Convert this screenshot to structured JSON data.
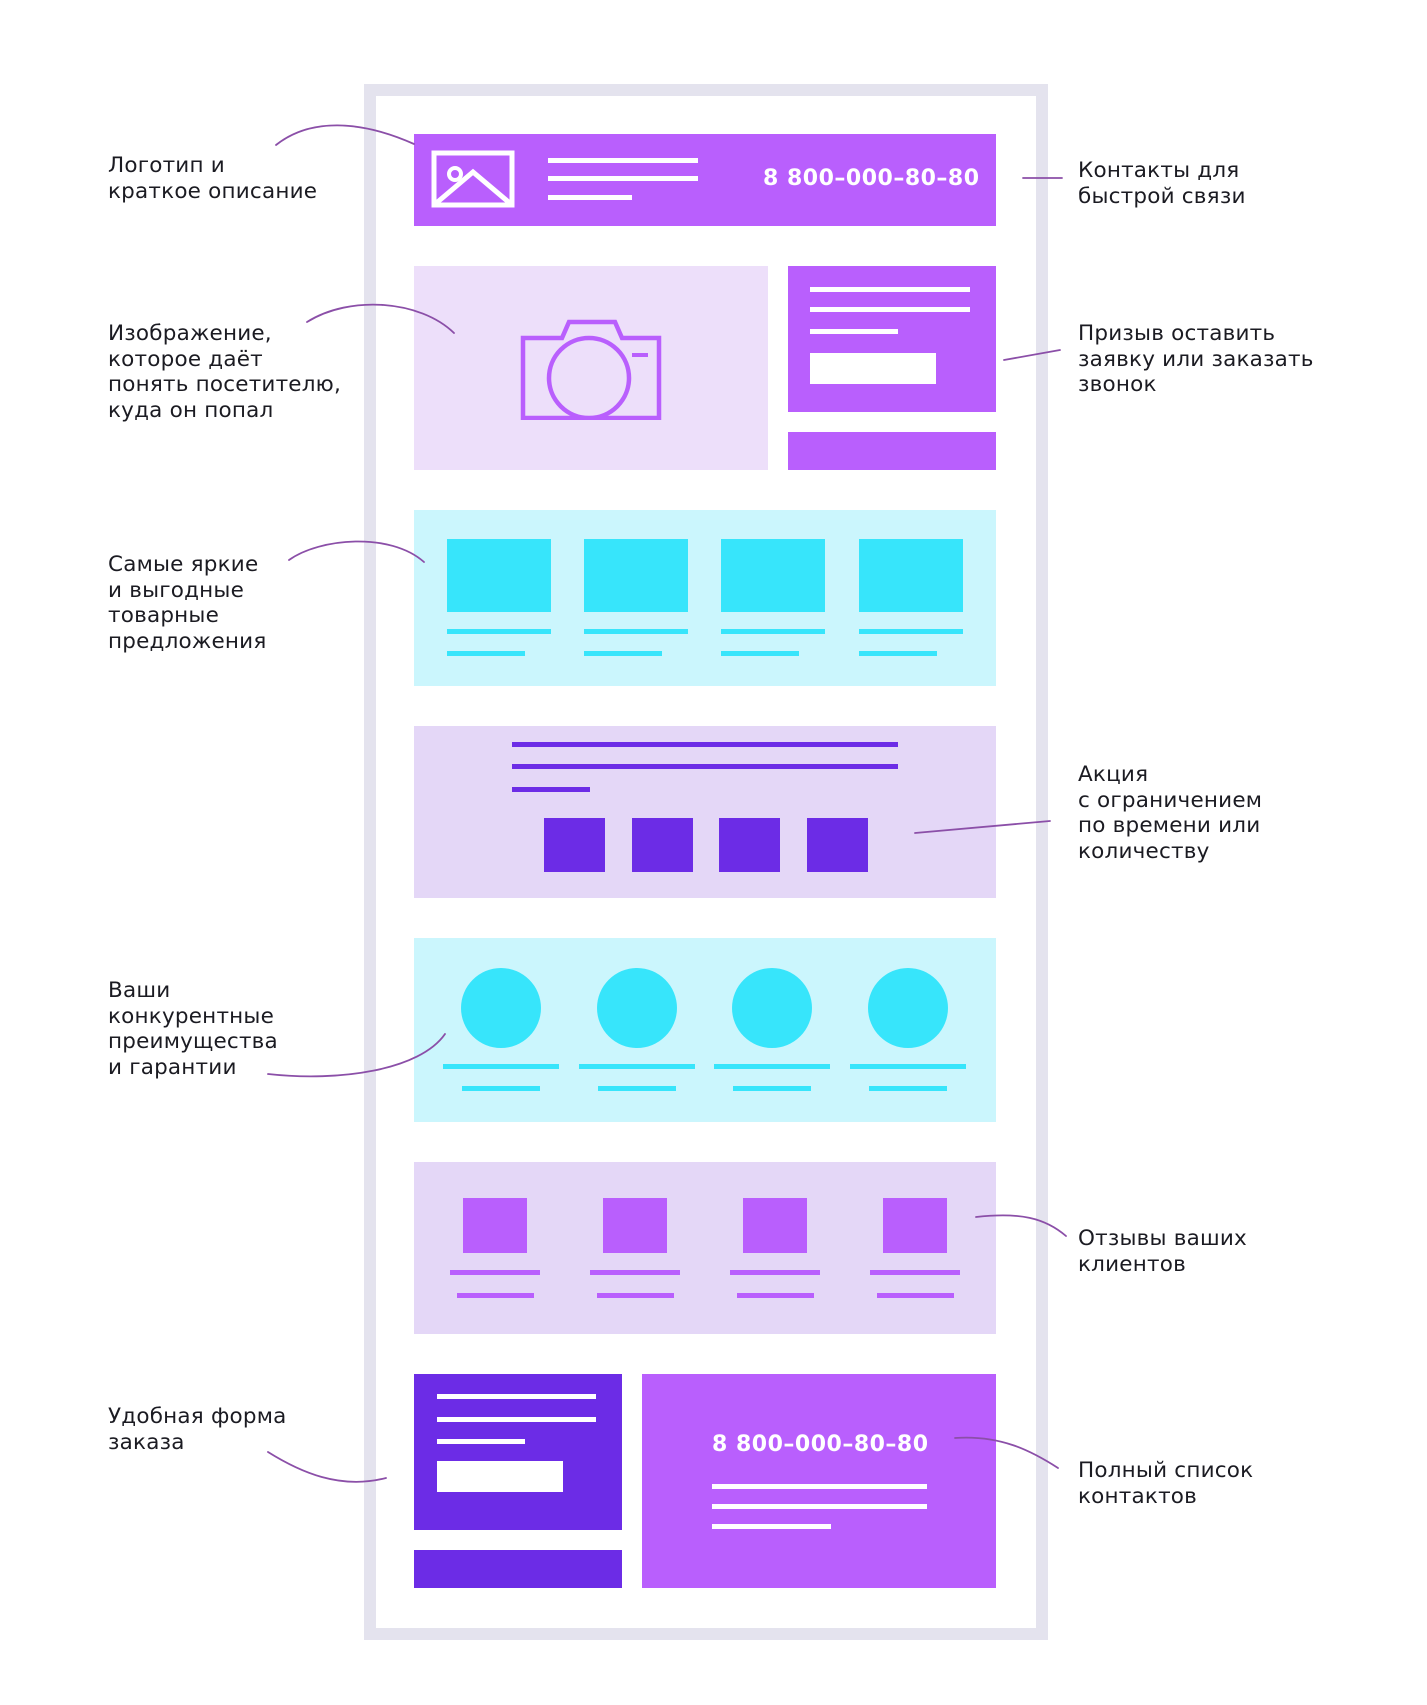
{
  "labels": {
    "logo": "Логотип и\nкраткое описание",
    "contacts": "Контакты для\nбыстрой связи",
    "image": "Изображение,\nкоторое даёт\nпонять посетителю,\nкуда он попал",
    "cta": "Призыв оставить\nзаявку или заказать\nзвонок",
    "offers": "Самые яркие\nи выгодные\nтоварные\nпредложения",
    "promo": "Акция\nс ограничением\nпо времени или\nколичеству",
    "advantages": "Ваши\nконкурентные\nпреимущества\nи гарантии",
    "reviews": "Отзывы ваших\nклиентов",
    "order_form": "Удобная форма\nзаказа",
    "full_contacts": "Полный список\nконтактов"
  },
  "header": {
    "phone": "8 800–000–80–80"
  },
  "footer": {
    "phone": "8 800–000–80–80"
  },
  "colors": {
    "violet": "#b95ffd",
    "light_violet": "#eddffa",
    "lavender": "#e4d7f7",
    "deep_violet": "#6c2ce6",
    "cyan": "#37e5fb",
    "light_cyan": "#cbf6fd",
    "frame": "#e4e3ee",
    "connector": "#8b4fa8"
  },
  "icons": {
    "logo": "image-icon",
    "hero": "camera-icon"
  }
}
